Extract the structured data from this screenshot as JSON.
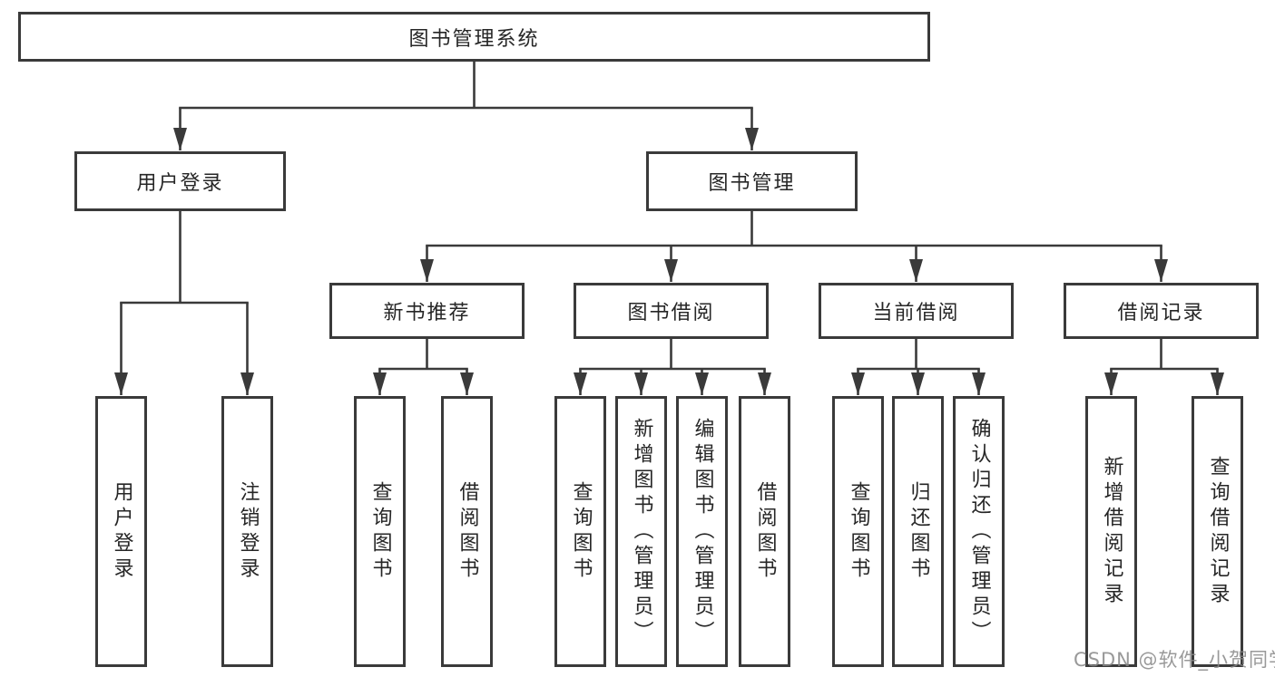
{
  "colors": {
    "background": "#ffffff",
    "line": "#3a3a3a",
    "box_border": "#3a3a3a",
    "text": "#262626",
    "watermark": "#878787"
  },
  "tree": {
    "root": "图书管理系统",
    "branches": [
      {
        "label": "用户登录",
        "children": [
          "用户登录",
          "注销登录"
        ]
      },
      {
        "label": "图书管理",
        "sections": [
          {
            "label": "新书推荐",
            "children": [
              "查询图书",
              "借阅图书"
            ]
          },
          {
            "label": "图书借阅",
            "children": [
              "查询图书",
              "新增图书（管理员）",
              "编辑图书（管理员）",
              "借阅图书"
            ]
          },
          {
            "label": "当前借阅",
            "children": [
              "查询图书",
              "归还图书",
              "确认归还（管理员）"
            ]
          },
          {
            "label": "借阅记录",
            "children": [
              "新增借阅记录",
              "查询借阅记录"
            ]
          }
        ]
      }
    ]
  },
  "watermark": "CSDN @软件_小贺同学"
}
